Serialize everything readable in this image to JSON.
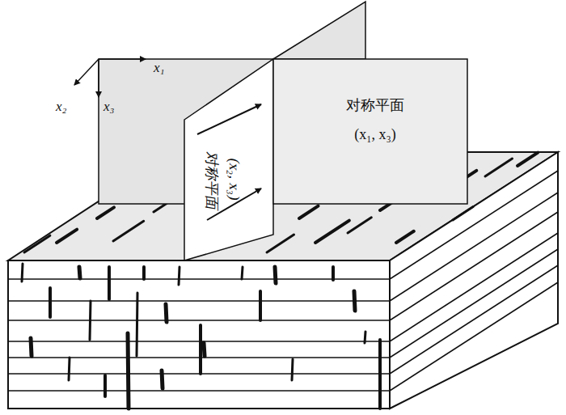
{
  "diagram": {
    "nodes": [
      {
        "text": [
          "对称平面",
          "(x₂, x₃)"
        ]
      },
      {
        "text": [
          "对称平面",
          "(x₁, x₃)"
        ]
      }
    ],
    "labels": [
      "x₁",
      "x₂",
      "x₃"
    ]
  }
}
